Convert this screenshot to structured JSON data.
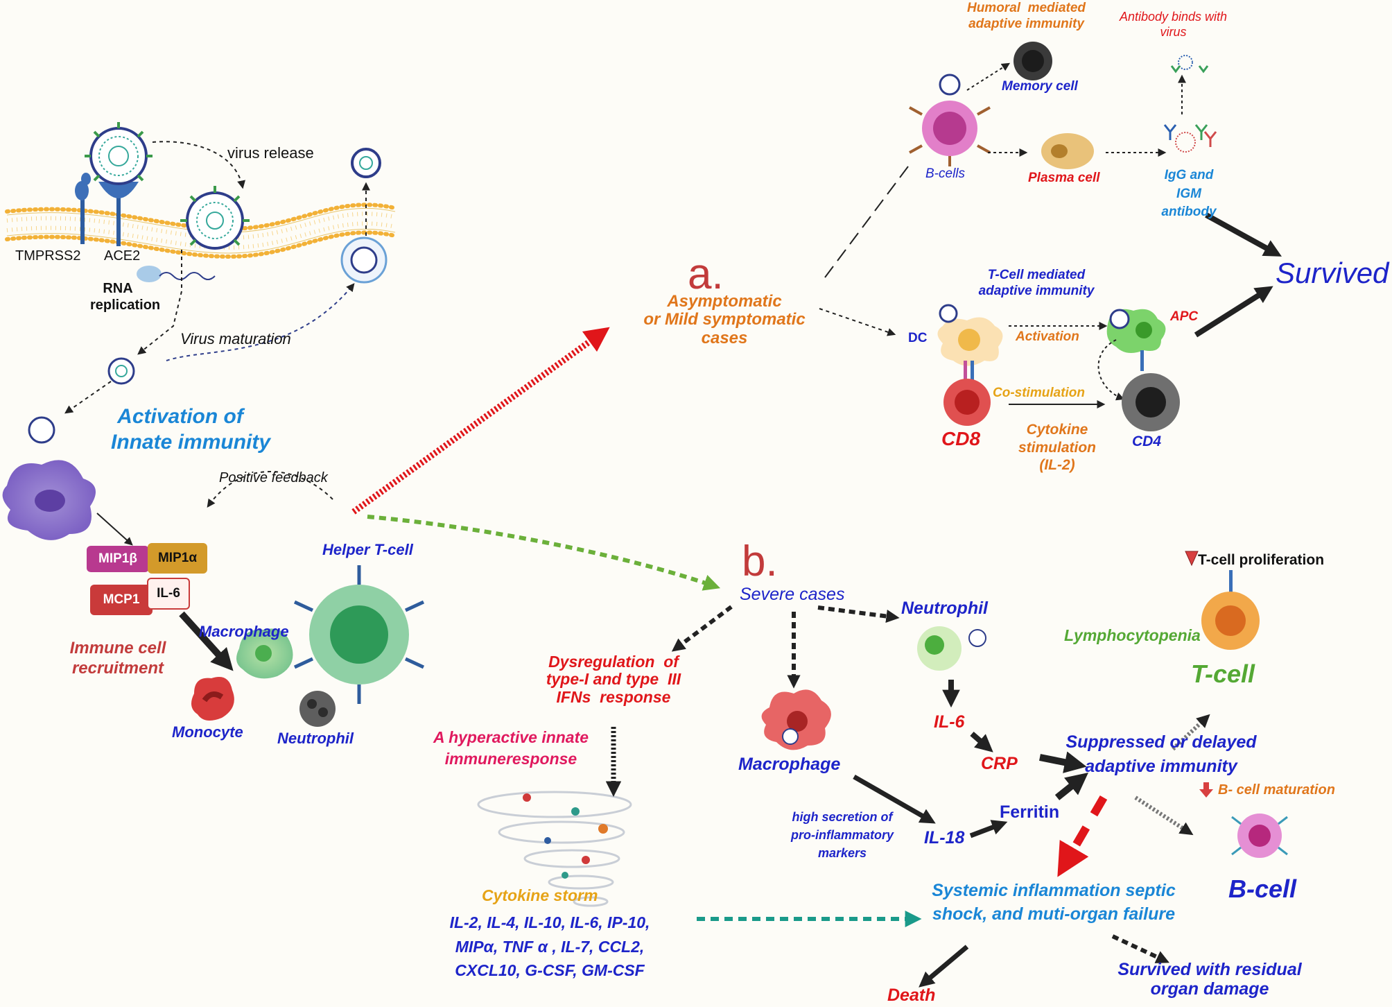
{
  "colors": {
    "orange": "#e0761b",
    "red": "#e0161a",
    "blue": "#1d24c9",
    "sky": "#1a86d6",
    "green": "#54a834",
    "crimson": "#c23b3b",
    "pink": "#e0195e",
    "gold": "#e6a316",
    "membrane": "#f2b137"
  },
  "virus_entry": {
    "virus_release": "virus release",
    "tmprss2": "TMPRSS2",
    "ace2": "ACE2",
    "rna_replication": "RNA\nreplication",
    "virus_maturation": "Virus maturation"
  },
  "innate": {
    "activation": "Activation of\nInnate immunity",
    "positive_feedback": "Positive feedback",
    "chips": {
      "mip1b": "MIP1β",
      "mip1a": "MIP1α",
      "mcp1": "MCP1",
      "il6": "IL-6"
    },
    "recruitment": "Immune cell\nrecruitment",
    "macrophage": "Macrophage",
    "monocyte": "Monocyte",
    "neutrophil": "Neutrophil",
    "helper_t": "Helper T-cell"
  },
  "branch_a": {
    "letter": "a.",
    "title": "Asymptomatic\nor Mild symptomatic\ncases",
    "humoral": "Humoral  mediated\nadaptive immunity",
    "memory_cell": "Memory cell",
    "b_cells": "B-cells",
    "plasma_cell": "Plasma cell",
    "antibody_binds": "Antibody binds with\nvirus",
    "igg_igm": "IgG and\nIGM\nantibody",
    "survived": "Survived",
    "tcell_mediated": "T-Cell mediated\nadaptive immunity",
    "dc": "DC",
    "activation": "Activation",
    "apc": "APC",
    "costim": "Co-stimulation",
    "cd8": "CD8",
    "cytokine_stim": "Cytokine\nstimulation\n(IL-2)",
    "cd4": "CD4"
  },
  "branch_b": {
    "letter": "b.",
    "title": "Severe cases",
    "dysregulation": "Dysregulation  of\ntype-I and type  III\nIFNs  response",
    "hyperactive": "A hyperactive innate\nimmuneresponse",
    "cytokine_storm": "Cytokine storm",
    "cytokine_list": "IL-2, IL-4, IL-10, IL-6, IP-10,\nMIPα, TNF α , IL-7, CCL2,\nCXCL10, G-CSF, GM-CSF",
    "neutrophil": "Neutrophil",
    "il6": "IL-6",
    "crp": "CRP",
    "macrophage": "Macrophage",
    "high_secretion": "high secretion of\npro-inflammatory\nmarkers",
    "il18": "IL-18",
    "ferritin": "Ferritin",
    "suppressed": "Suppressed or delayed\nadaptive immunity",
    "t_prolif": "T-cell proliferation",
    "lymphocytopenia": "Lymphocytopenia",
    "t_cell": "T-cell",
    "b_maturation": "B- cell maturation",
    "b_cell": "B-cell",
    "systemic": "Systemic inflammation septic\nshock, and muti-organ failure",
    "death": "Death",
    "survived_residual": "Survived with residual\norgan damage"
  }
}
